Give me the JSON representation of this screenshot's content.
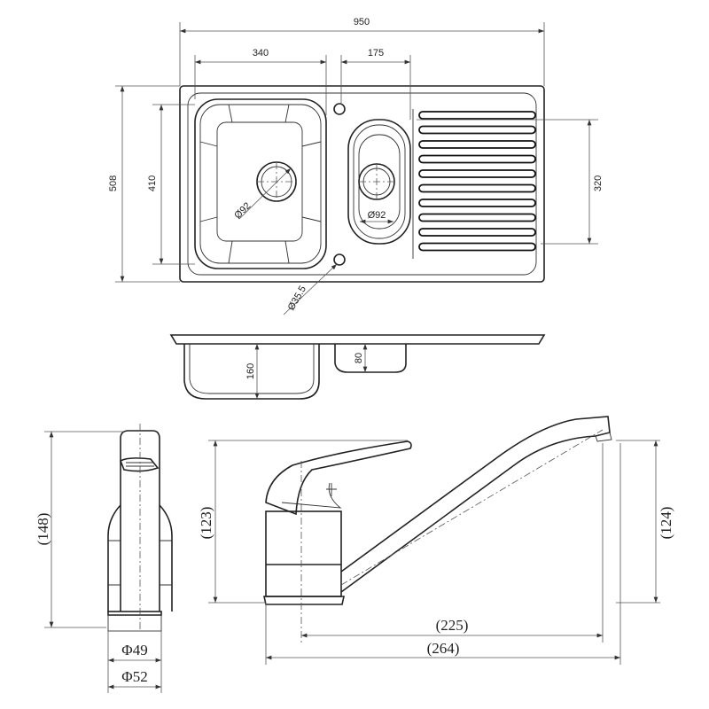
{
  "sink_top_view": {
    "overall_width": "950",
    "bowl_width": "340",
    "small_bowl_width": "175",
    "overall_depth": "508",
    "bowl_depth": "410",
    "drainer_depth": "320",
    "main_drain_dia": "Ø92",
    "small_drain_dia": "Ø92",
    "tap_hole_dia": "Ø35.5"
  },
  "sink_side_view": {
    "main_bowl_depth": "160",
    "small_bowl_depth": "80"
  },
  "faucet_front_view": {
    "height": "(148)",
    "inner_base_dia": "Φ49",
    "outer_base_dia": "Φ52"
  },
  "faucet_side_view": {
    "handle_height": "(123)",
    "spout_height": "(124)",
    "spout_reach": "(225)",
    "overall_length": "(264)"
  }
}
